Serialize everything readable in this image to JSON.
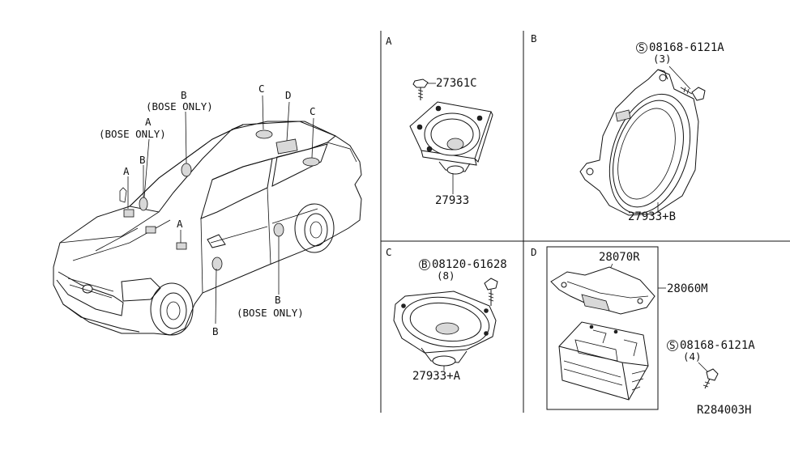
{
  "car_labels": {
    "b_top": "B",
    "bose_top": "(BOSE ONLY)",
    "a_mid": "A",
    "bose_mid": "(BOSE ONLY)",
    "a_left": "A",
    "b_left": "B",
    "c_roof": "C",
    "d_roof": "D",
    "c_rear": "C",
    "a_dash": "A",
    "b_door_front": "B",
    "b_door_rear": "B",
    "bose_bottom": "(BOSE ONLY)"
  },
  "panels": {
    "a": {
      "letter": "A",
      "bolt_part": "27361C",
      "speaker_part": "27933"
    },
    "b": {
      "letter": "B",
      "screw_symbol": "S",
      "screw_part": "08168-6121A",
      "screw_qty": "(3)",
      "speaker_part": "27933+B"
    },
    "c": {
      "letter": "C",
      "bolt_symbol": "B",
      "bolt_part": "08120-61628",
      "bolt_qty": "(8)",
      "speaker_part": "27933+A"
    },
    "d": {
      "letter": "D",
      "bracket_part": "28070R",
      "amp_part": "28060M",
      "screw_symbol": "S",
      "screw_part": "08168-6121A",
      "screw_qty": "(4)"
    }
  },
  "diagram_code": "R284003H"
}
